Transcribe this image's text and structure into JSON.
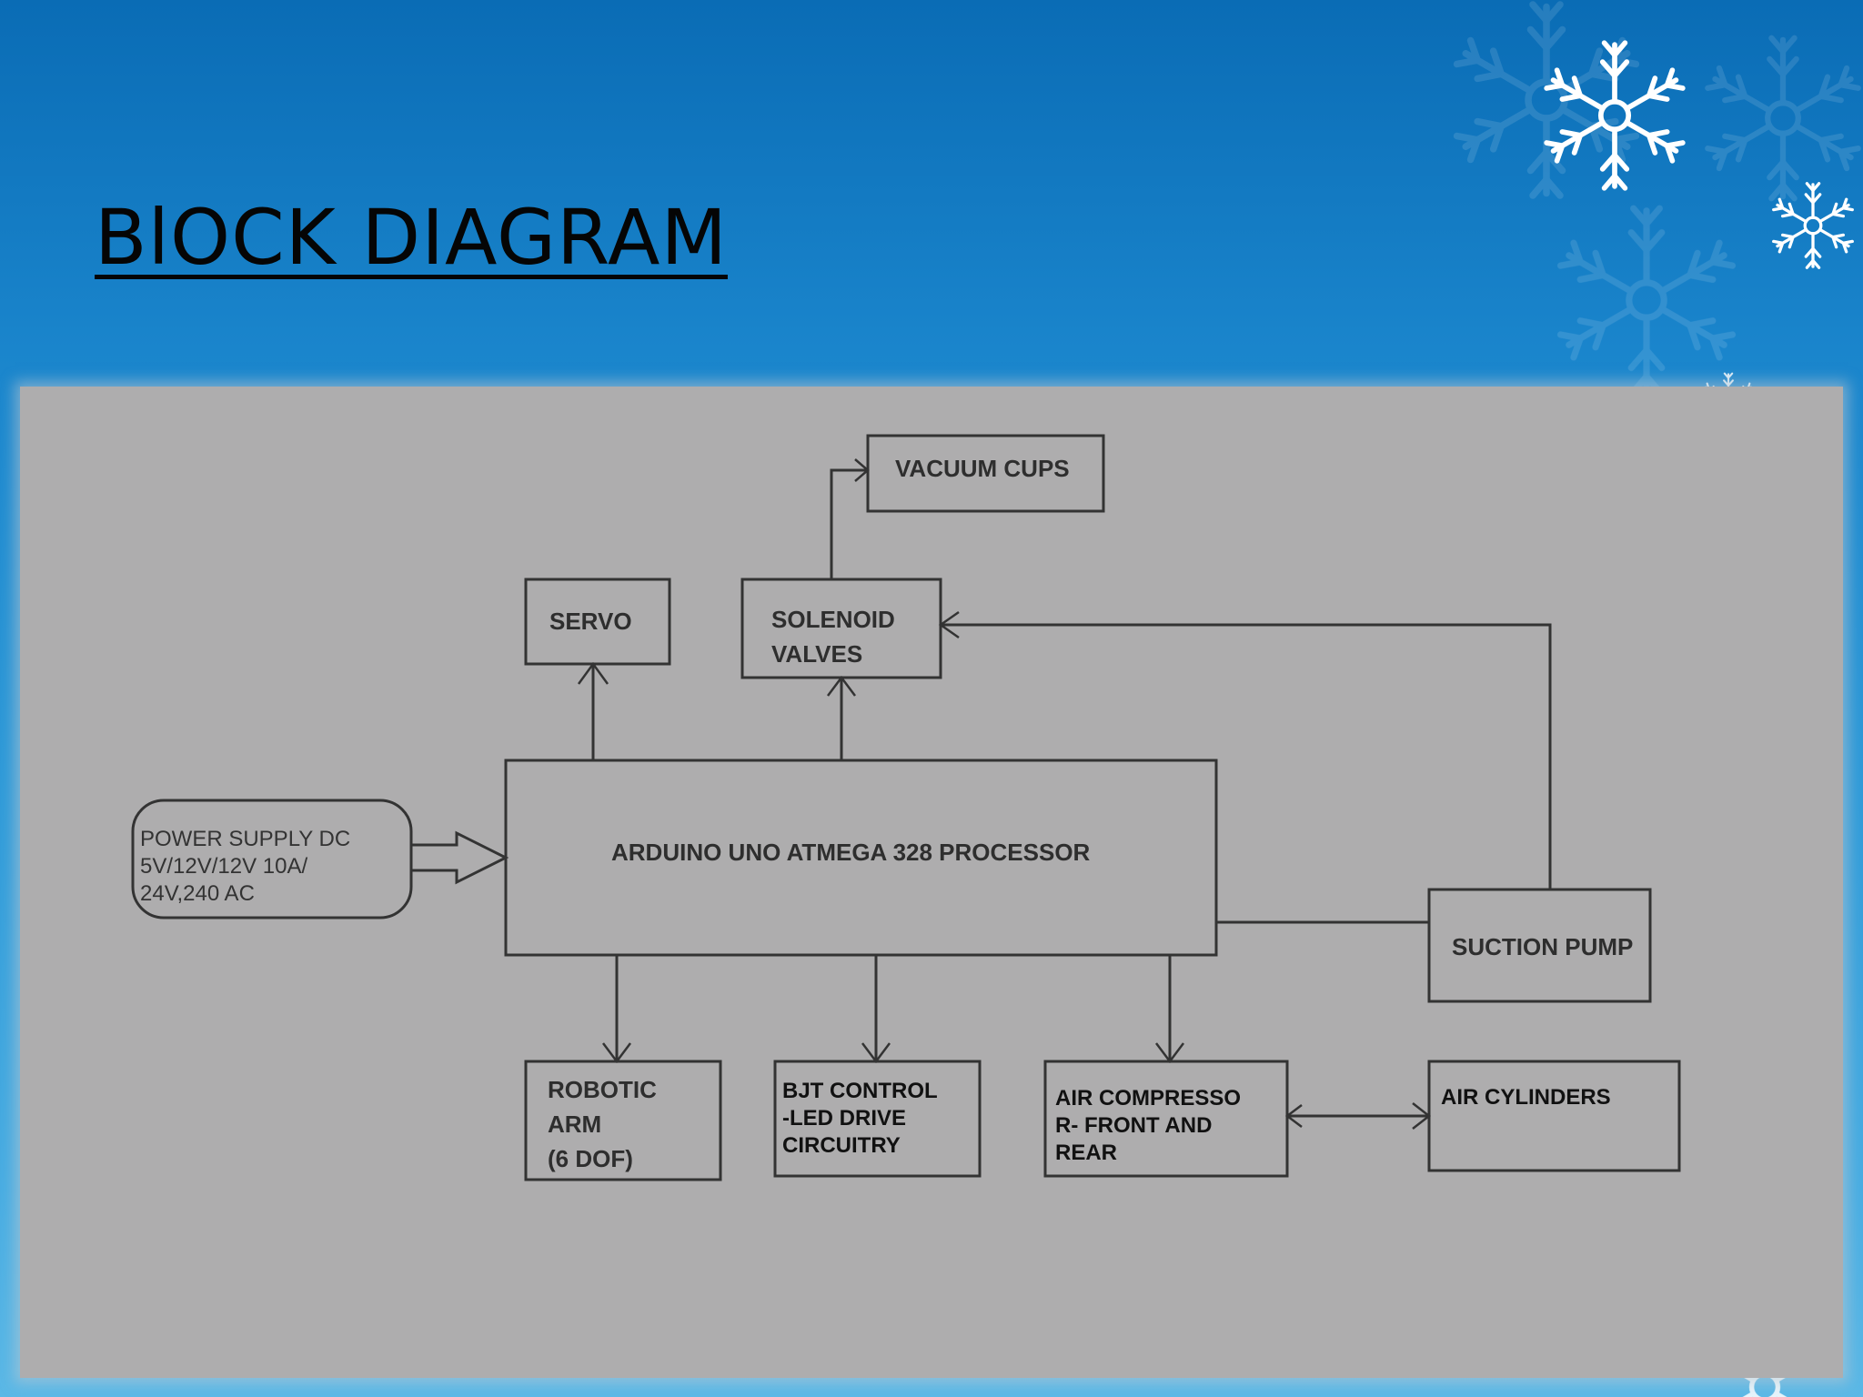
{
  "slide": {
    "title": "BlOCK DIAGRAM"
  },
  "diagram": {
    "blocks": {
      "vacuum_cups": [
        "VACUUM CUPS"
      ],
      "servo": [
        "SERVO"
      ],
      "solenoid_valves": [
        "SOLENOID",
        "VALVES"
      ],
      "power_supply": [
        "POWER SUPPLY DC",
        "5V/12V/12V 10A/",
        "24V,240 AC"
      ],
      "processor": [
        "ARDUINO UNO ATMEGA 328 PROCESSOR"
      ],
      "suction_pump": [
        "SUCTION PUMP"
      ],
      "robotic_arm": [
        "ROBOTIC",
        "ARM",
        "(6 DOF)"
      ],
      "bjt_control": [
        "BJT CONTROL",
        "-LED DRIVE",
        "CIRCUITRY"
      ],
      "air_compressor": [
        "AIR COMPRESSO",
        "R- FRONT AND",
        "REAR"
      ],
      "air_cylinders": [
        "AIR CYLINDERS"
      ]
    }
  },
  "colors": {
    "panel": "#aeadae",
    "ink": "#2e2e2e",
    "title": "#050505"
  }
}
